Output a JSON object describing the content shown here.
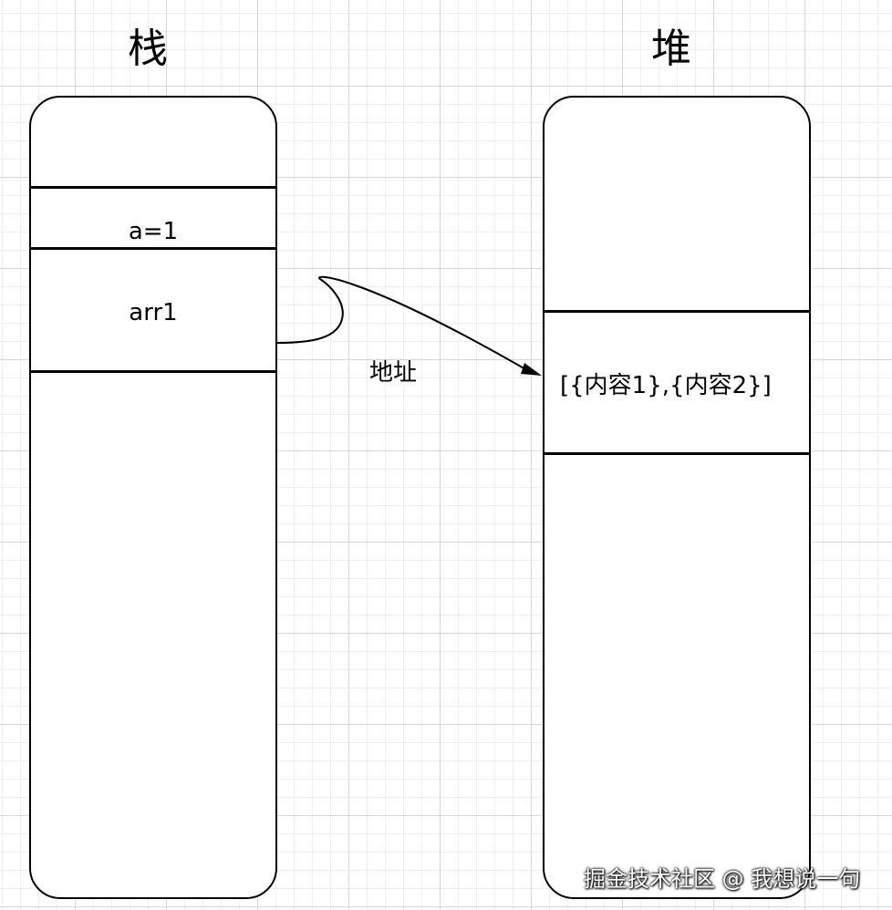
{
  "stack": {
    "title": "栈",
    "cells": {
      "a": "a=1",
      "arr": "arr1"
    }
  },
  "heap": {
    "title": "堆",
    "content": "[{内容1},{内容2}]"
  },
  "arrow": {
    "label": "地址"
  },
  "watermark": "掘金技术社区 @ 我想说一句"
}
